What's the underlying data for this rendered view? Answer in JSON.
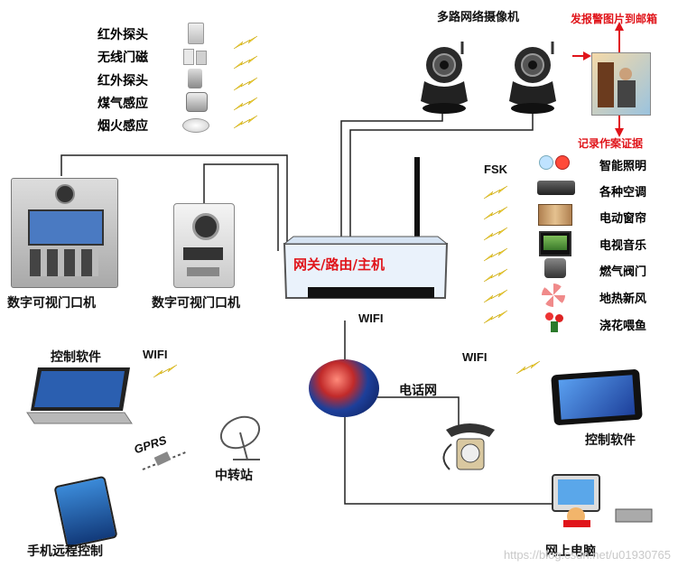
{
  "sensors": [
    {
      "label": "红外探头",
      "icon": "infrared-sensor-icon"
    },
    {
      "label": "无线门磁",
      "icon": "door-magnet-icon"
    },
    {
      "label": "红外探头",
      "icon": "infrared-probe-icon"
    },
    {
      "label": "煤气感应",
      "icon": "gas-sensor-icon"
    },
    {
      "label": "烟火感应",
      "icon": "smoke-detector-icon"
    }
  ],
  "cameras": {
    "title": "多路网络摄像机"
  },
  "alarm": {
    "send_label": "发报警图片到邮箱",
    "record_label": "记录作案证据"
  },
  "door_phones": [
    {
      "label": "数字可视门口机"
    },
    {
      "label": "数字可视门口机"
    }
  ],
  "router": {
    "label": "网关/路由/主机",
    "wifi_label": "WIFI"
  },
  "fsk_label": "FSK",
  "devices": [
    {
      "label": "智能照明",
      "icon": "light-bulb-icon"
    },
    {
      "label": "各种空调",
      "icon": "air-conditioner-icon"
    },
    {
      "label": "电动窗帘",
      "icon": "curtain-icon"
    },
    {
      "label": "电视音乐",
      "icon": "tv-icon"
    },
    {
      "label": "燃气阀门",
      "icon": "gas-valve-icon"
    },
    {
      "label": "地热新风",
      "icon": "fan-icon"
    },
    {
      "label": "浇花喂鱼",
      "icon": "flower-icon"
    }
  ],
  "control_software_left": {
    "label": "控制软件",
    "wifi_label": "WIFI"
  },
  "gprs_label": "GPRS",
  "relay_station": {
    "label": "中转站"
  },
  "mobile": {
    "label": "手机远程控制"
  },
  "phone_network": {
    "label": "电话网"
  },
  "tablet": {
    "label": "控制软件",
    "wifi_label": "WIFI"
  },
  "pc": {
    "label": "网上电脑"
  },
  "watermark": "https://blog.csdn.net/u01930765",
  "colors": {
    "router_label": "#e0141a",
    "alarm_text": "#e0141a",
    "bolt": "#f2d23a",
    "line": "#222222"
  }
}
